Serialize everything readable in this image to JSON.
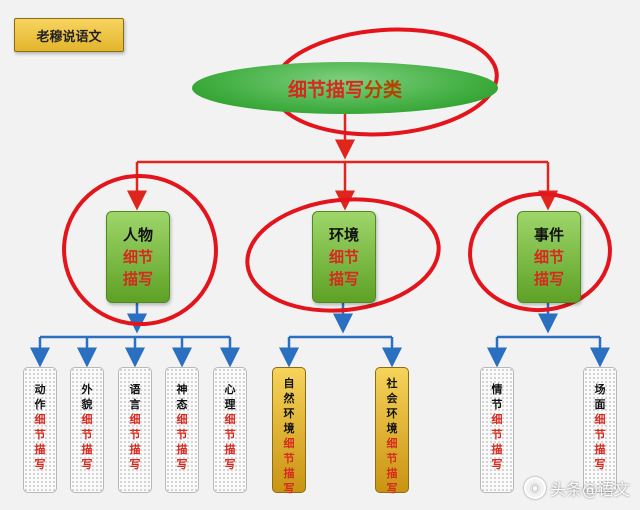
{
  "badge": "老穆说语文",
  "root": {
    "part1": "细节描写",
    "part2": "分类"
  },
  "categories": [
    {
      "line1": "人物",
      "line2": "细节",
      "line3": "描写"
    },
    {
      "line1": "环境",
      "line2": "细节",
      "line3": "描写"
    },
    {
      "line1": "事件",
      "line2": "细节",
      "line3": "描写"
    }
  ],
  "leaves": [
    {
      "black": [
        "动",
        "作"
      ],
      "red": [
        "细",
        "节",
        "描",
        "写"
      ]
    },
    {
      "black": [
        "外",
        "貌"
      ],
      "red": [
        "细",
        "节",
        "描",
        "写"
      ]
    },
    {
      "black": [
        "语",
        "言"
      ],
      "red": [
        "细",
        "节",
        "描",
        "写"
      ]
    },
    {
      "black": [
        "神",
        "态"
      ],
      "red": [
        "细",
        "节",
        "描",
        "写"
      ]
    },
    {
      "black": [
        "心",
        "理"
      ],
      "red": [
        "细",
        "节",
        "描",
        "写"
      ]
    },
    {
      "black": [
        "自",
        "然",
        "环",
        "境"
      ],
      "red": [
        "细",
        "节",
        "描",
        "写"
      ]
    },
    {
      "black": [
        "社",
        "会",
        "环",
        "境"
      ],
      "red": [
        "细",
        "节",
        "描",
        "写"
      ]
    },
    {
      "black": [
        "情",
        "节"
      ],
      "red": [
        "细",
        "节",
        "描",
        "写"
      ]
    },
    {
      "black": [
        "场",
        "面"
      ],
      "red": [
        "细",
        "节",
        "描",
        "写"
      ]
    }
  ],
  "watermark": "头条@语文",
  "colors": {
    "red_arrow": "#e0261c",
    "blue_arrow": "#2a6fc0",
    "circle": "#e3141c"
  }
}
